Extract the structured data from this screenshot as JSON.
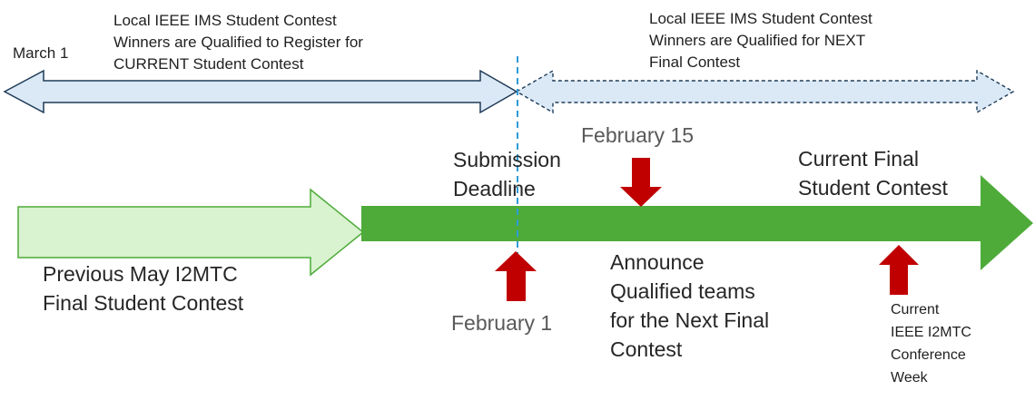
{
  "upper_left_arrow": {
    "side_label": "March 1",
    "caption": [
      "Local IEEE IMS Student Contest",
      "Winners are Qualified to Register for",
      "CURRENT Student Contest"
    ]
  },
  "upper_right_arrow": {
    "caption": [
      "Local IEEE IMS Student Contest",
      "Winners are Qualified for NEXT",
      "Final Contest"
    ]
  },
  "previous_contest": [
    "Previous May I2MTC",
    "Final Student Contest"
  ],
  "submission_deadline": [
    "Submission",
    "Deadline"
  ],
  "current_final": [
    "Current Final",
    "Student Contest"
  ],
  "feb15_label": "February 15",
  "feb1_label": "February 1",
  "announce": [
    "Announce",
    "Qualified teams",
    "for the Next Final",
    "Contest"
  ],
  "conference_week": [
    "Current",
    "IEEE I2MTC",
    "Conference",
    "Week"
  ],
  "colors": {
    "main_arrow": "#4eab3a",
    "previous_arrow_fill": "#d9f2d0",
    "previous_arrow_stroke": "#4eab3a",
    "blue_arrow_fill": "#dbe9f6",
    "blue_arrow_stroke": "#1f3b57",
    "marker_red": "#c00000",
    "deadline_line": "#2e9bd6"
  }
}
